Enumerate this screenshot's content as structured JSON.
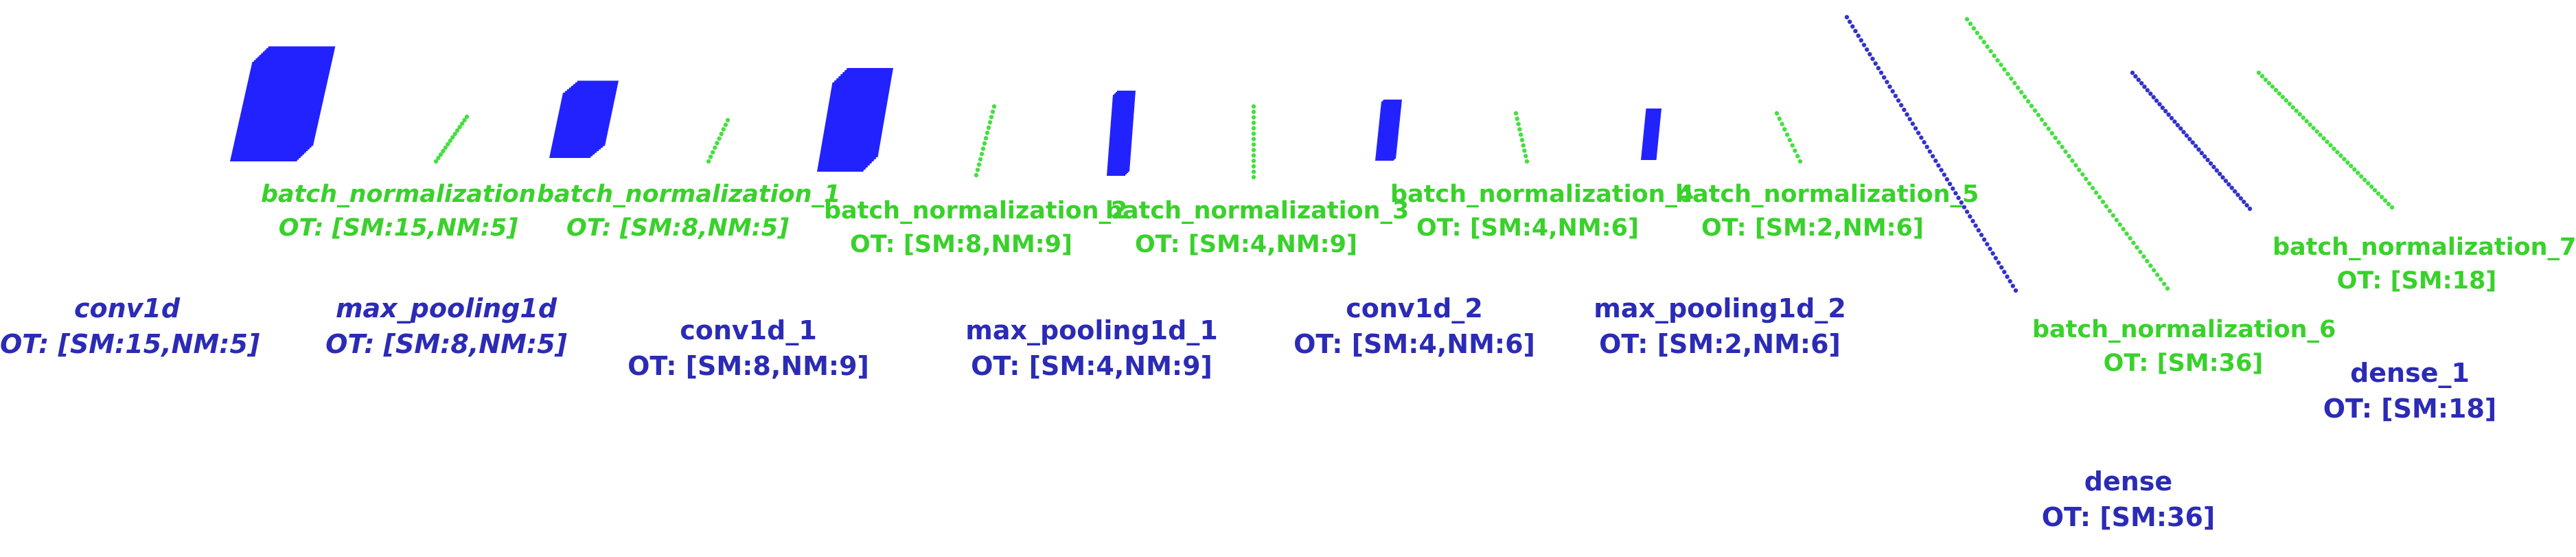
{
  "colors": {
    "conv_color": "#2222ff",
    "bn_color": "#44e040",
    "dense_color": "#3333cc",
    "label_blue": "#2b2bb6",
    "label_green": "#39d12b"
  },
  "layers": [
    {
      "id": "conv1d",
      "name": "conv1d",
      "ot": "OT: [SM:15,NM:5]",
      "kind": "conv",
      "italic": true
    },
    {
      "id": "batch_normalization",
      "name": "batch_normalization",
      "ot": "OT: [SM:15,NM:5]",
      "kind": "bn",
      "italic": true
    },
    {
      "id": "max_pooling1d",
      "name": "max_pooling1d",
      "ot": "OT: [SM:8,NM:5]",
      "kind": "conv",
      "italic": true
    },
    {
      "id": "batch_normalization_1",
      "name": "batch_normalization_1",
      "ot": "OT: [SM:8,NM:5]",
      "kind": "bn",
      "italic": true
    },
    {
      "id": "conv1d_1",
      "name": "conv1d_1",
      "ot": "OT: [SM:8,NM:9]",
      "kind": "conv",
      "italic": false
    },
    {
      "id": "batch_normalization_2",
      "name": "batch_normalization_2",
      "ot": "OT: [SM:8,NM:9]",
      "kind": "bn",
      "italic": false
    },
    {
      "id": "max_pooling1d_1",
      "name": "max_pooling1d_1",
      "ot": "OT: [SM:4,NM:9]",
      "kind": "conv",
      "italic": false
    },
    {
      "id": "batch_normalization_3",
      "name": "batch_normalization_3",
      "ot": "OT: [SM:4,NM:9]",
      "kind": "bn",
      "italic": false
    },
    {
      "id": "conv1d_2",
      "name": "conv1d_2",
      "ot": "OT: [SM:4,NM:6]",
      "kind": "conv",
      "italic": false
    },
    {
      "id": "batch_normalization_4",
      "name": "batch_normalization_4",
      "ot": "OT: [SM:4,NM:6]",
      "kind": "bn",
      "italic": false
    },
    {
      "id": "max_pooling1d_2",
      "name": "max_pooling1d_2",
      "ot": "OT: [SM:2,NM:6]",
      "kind": "conv",
      "italic": false
    },
    {
      "id": "batch_normalization_5",
      "name": "batch_normalization_5",
      "ot": "OT: [SM:2,NM:6]",
      "kind": "bn",
      "italic": false
    },
    {
      "id": "dense",
      "name": "dense",
      "ot": "OT: [SM:36]",
      "kind": "dense",
      "italic": false
    },
    {
      "id": "batch_normalization_6",
      "name": "batch_normalization_6",
      "ot": "OT: [SM:36]",
      "kind": "bn",
      "italic": false
    },
    {
      "id": "dense_1",
      "name": "dense_1",
      "ot": "OT: [SM:18]",
      "kind": "dense",
      "italic": false
    },
    {
      "id": "batch_normalization_7",
      "name": "batch_normalization_7",
      "ot": "OT: [SM:18]",
      "kind": "bn",
      "italic": false
    }
  ]
}
